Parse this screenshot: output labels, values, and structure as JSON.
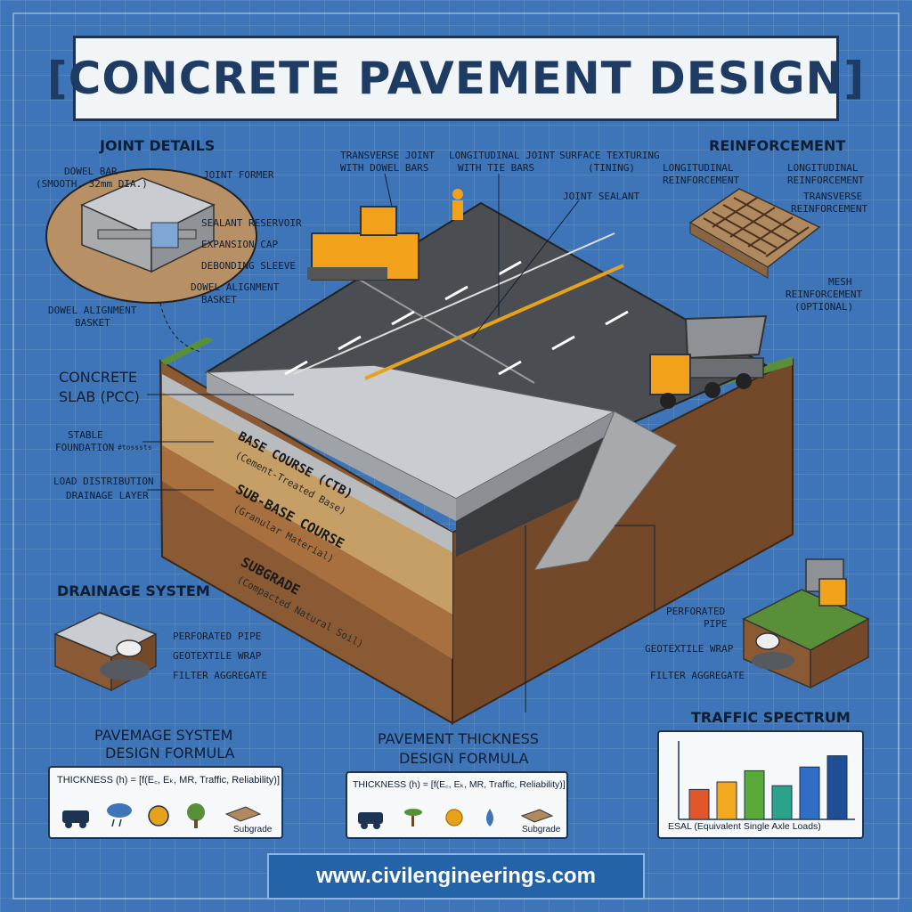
{
  "title": "[CONCRETE PAVEMENT DESIGN]",
  "colors": {
    "background": "#3d75b8",
    "slab": "#c9ccd0",
    "asphalt": "#4a4d52",
    "lane_yellow": "#e5a21a",
    "soil": "#8a5a34",
    "vehicle": "#f1a21a"
  },
  "joint_details": {
    "heading": "JOINT DETAILS",
    "labels": [
      "DOWEL BAR",
      "(SMOOTH, 32mm DIA.)",
      "JOINT FORMER",
      "SEALANT RESERVOIR",
      "EXPANSION CAP",
      "DEBONDING SLEEVE",
      "DOWEL ALIGNMENT",
      "BASKET",
      "DOWEL ALIGNMENT",
      "BASKET"
    ]
  },
  "top_callouts": {
    "transverse": [
      "TRANSVERSE JOINT",
      "WITH DOWEL BARS"
    ],
    "longitudinal": [
      "LONGITUDINAL JOINT",
      "WITH TIE BARS"
    ],
    "surface": [
      "SURFACE TEXTURING",
      "(TINING)"
    ],
    "sealant": "JOINT SEALANT"
  },
  "reinforcement": {
    "heading": "REINFORCEMENT",
    "long_left": [
      "LONGITUDINAL",
      "REINFORCEMENT"
    ],
    "long_right": [
      "LONGITUDINAL",
      "REINFORCEMENT"
    ],
    "transverse": [
      "TRANSVERSE",
      "REINFORCEMENT"
    ],
    "mesh": [
      "MESH",
      "REINFORCEMENT",
      "(OPTIONAL)"
    ]
  },
  "left_callouts": {
    "slab": [
      "CONCRETE",
      "SLAB (PCC)"
    ],
    "stable": [
      "STABLE",
      "FOUNDATION"
    ],
    "stable_small": "#tosssts",
    "load": [
      "LOAD DISTRIBUTION",
      "DRAINAGE LAYER"
    ]
  },
  "layers": {
    "base": "BASE COURSE (CTB)",
    "base_sub": "(Cement-Treated Base)",
    "subbase": "SUB-BASE COURSE",
    "subbase_sub": "(Granular Material)",
    "subgrade": "SUBGRADE",
    "subgrade_sub": "(Compacted Natural Soil)"
  },
  "drainage_left": {
    "heading": "DRAINAGE SYSTEM",
    "labels": [
      "PERFORATED PIPE",
      "GEOTEXTILE WRAP",
      "FILTER AGGREGATE"
    ]
  },
  "drainage_right": {
    "labels": [
      "PERFORATED",
      "PIPE",
      "GEOTEXTILE WRAP",
      "FILTER AGGREGATE"
    ]
  },
  "formula_left": {
    "heading": [
      "PAVEMAGE SYSTEM",
      "DESIGN FORMULA"
    ],
    "formula": "THICKNESS (h) = [f(E꜀, Eₖ, MR, Traffic, Reliability)]",
    "icon_label": "Subgrade",
    "icons": [
      "car-icon",
      "rain-icon",
      "climate-icon",
      "tree-icon",
      "subgrade-icon"
    ]
  },
  "formula_center": {
    "heading": [
      "PAVEMENT THICKNESS",
      "DESIGN FORMULA"
    ],
    "formula": "THICKNESS (h) = [f(E꜀, Eₖ, MR, Traffic, Reliability)]",
    "icon_label": "Subgrade",
    "icons": [
      "car-icon",
      "palm-icon",
      "sun-icon",
      "water-icon",
      "subgrade-icon"
    ]
  },
  "chart_data": {
    "type": "bar",
    "title": "TRAFFIC SPECTRUM",
    "xlabel": "ESAL (Equivalent Single Axle Loads)",
    "values": [
      4,
      5,
      6.5,
      4.5,
      7,
      8.5
    ],
    "colors": [
      "#e2572a",
      "#f2a81f",
      "#5aaa3a",
      "#2aa38a",
      "#2f6ec4",
      "#1e4f96"
    ],
    "ylim": [
      0,
      10
    ],
    "grid": false,
    "legend": "none"
  },
  "footer": {
    "url": "www.civilengineerings.com"
  }
}
